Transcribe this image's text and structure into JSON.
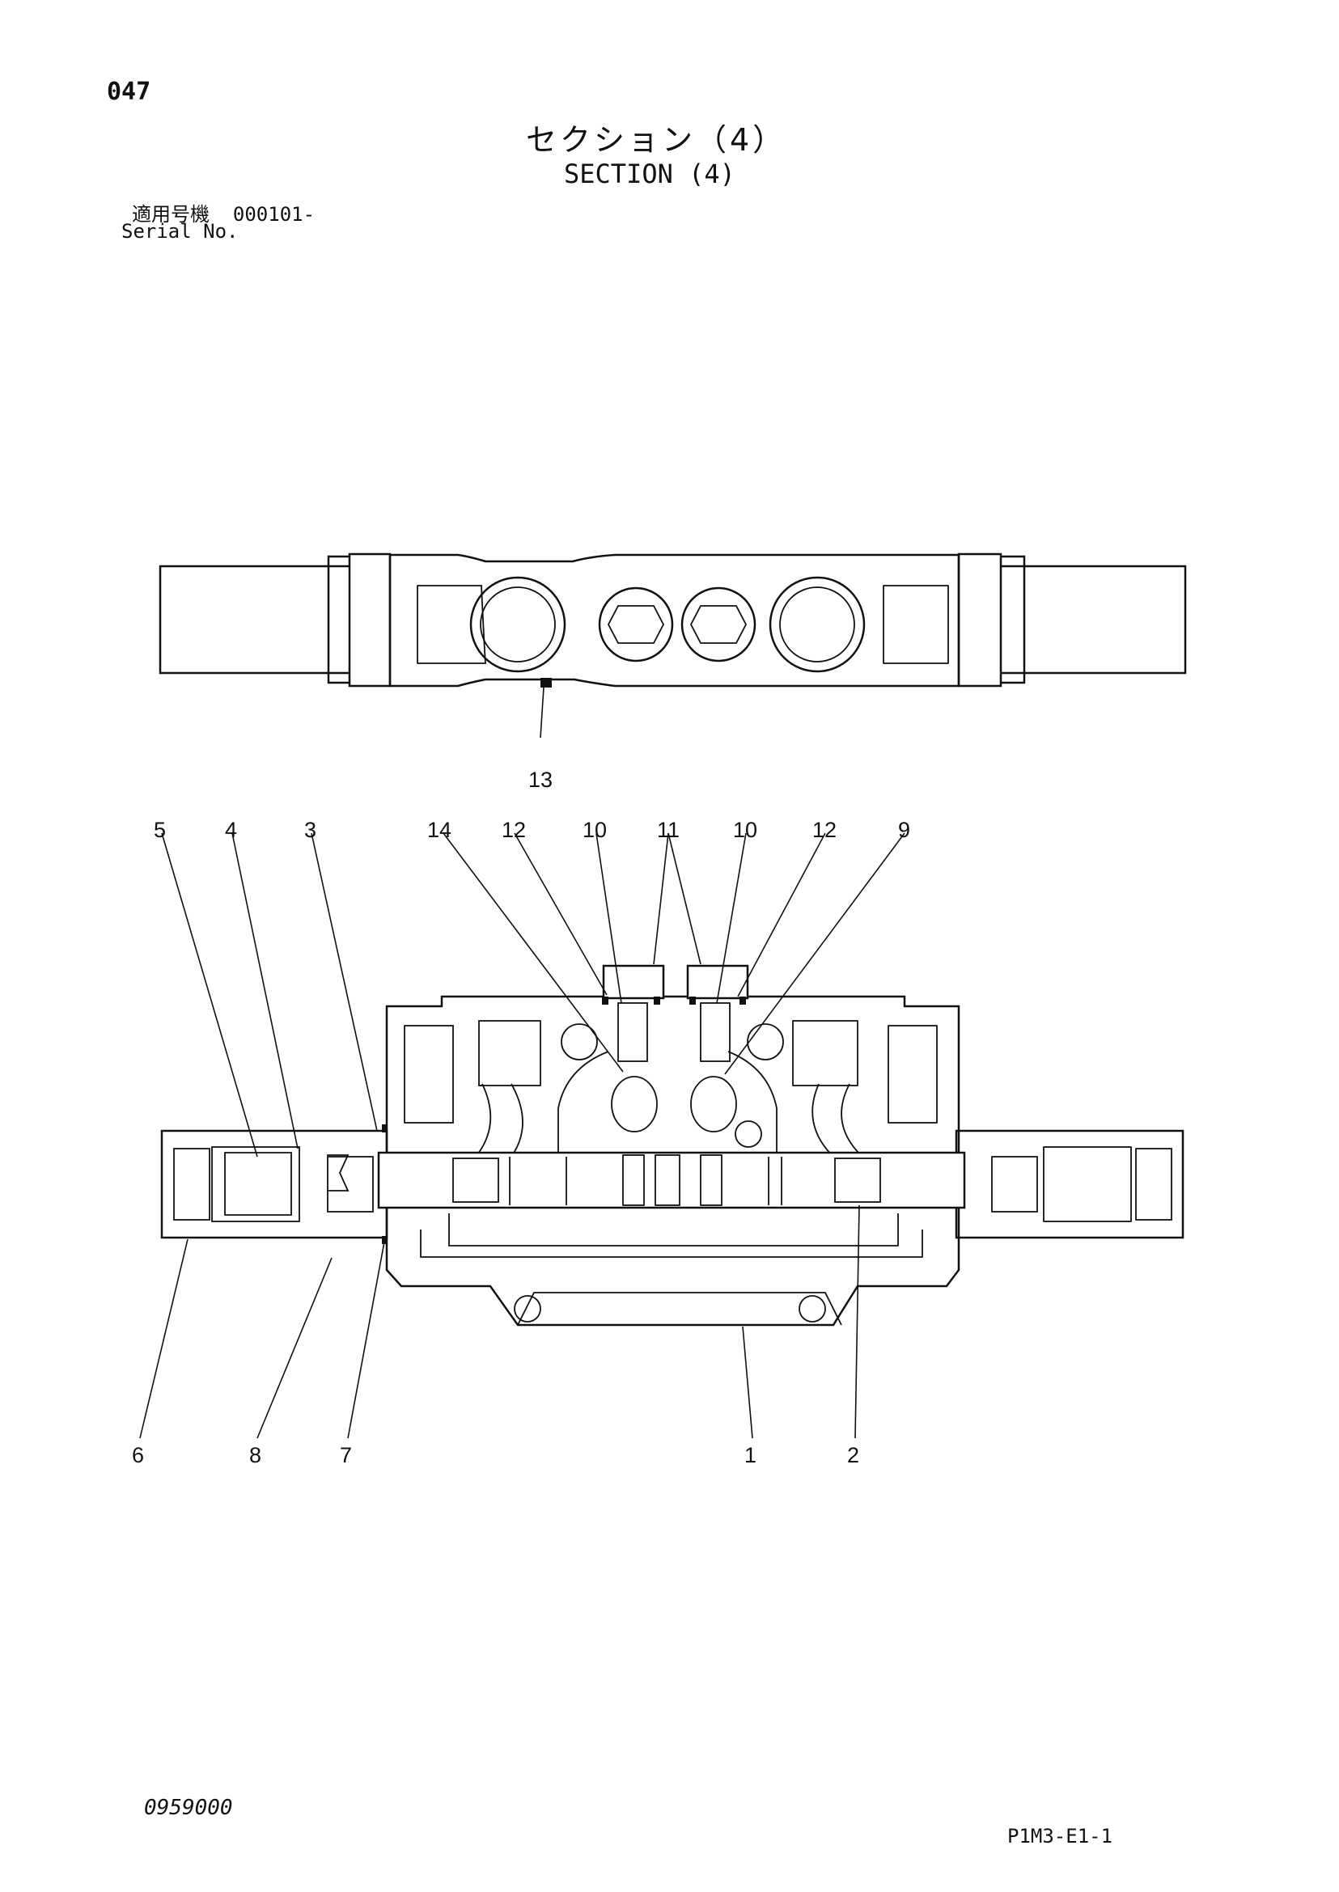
{
  "header": {
    "page_number": "047",
    "title_jp": "セクション（4）",
    "title_en": "SECTION (4)",
    "serial_label_jp": "適用号機",
    "serial_value": "000101-",
    "serial_label_en": "Serial No."
  },
  "callouts": {
    "c1": "1",
    "c2": "2",
    "c3": "3",
    "c4": "4",
    "c5": "5",
    "c6": "6",
    "c7": "7",
    "c8": "8",
    "c9": "9",
    "c10a": "10",
    "c10b": "10",
    "c11": "11",
    "c12a": "12",
    "c12b": "12",
    "c13": "13",
    "c14": "14"
  },
  "footer": {
    "doc_code": "0959000",
    "sheet_code": "P1M3-E1-1"
  }
}
